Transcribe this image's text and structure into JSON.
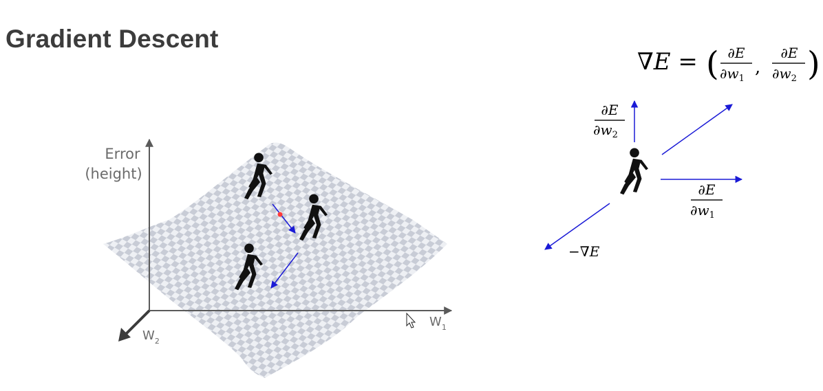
{
  "title": "Gradient Descent",
  "surface": {
    "y_axis_label_line1": "Error",
    "y_axis_label_line2": "(height)",
    "x_axis_label": "W",
    "x_axis_sub": "1",
    "z_axis_label": "W",
    "z_axis_sub": "2"
  },
  "gradient_diagram": {
    "formula": {
      "lhs": "∇E =",
      "open": "(",
      "close": ")",
      "separator": ",",
      "frac1_num": "∂E",
      "frac1_den": "∂w",
      "frac1_sub": "1",
      "frac2_num": "∂E",
      "frac2_den": "∂w",
      "frac2_sub": "2"
    },
    "up_label": {
      "num": "∂E",
      "den": "∂w",
      "sub": "2"
    },
    "right_label": {
      "num": "∂E",
      "den": "∂w",
      "sub": "1"
    },
    "neg_label": "−∇E"
  },
  "colors": {
    "arrow_blue": "#1a1ad6",
    "axis_gray": "#5a5a5a",
    "checker_light": "#eef0f4",
    "checker_dark": "#c8ccd6",
    "marker_red": "#ff3b3b",
    "figure": "#111111"
  },
  "icons": [
    "walking-person-icon",
    "mouse-cursor-icon"
  ]
}
